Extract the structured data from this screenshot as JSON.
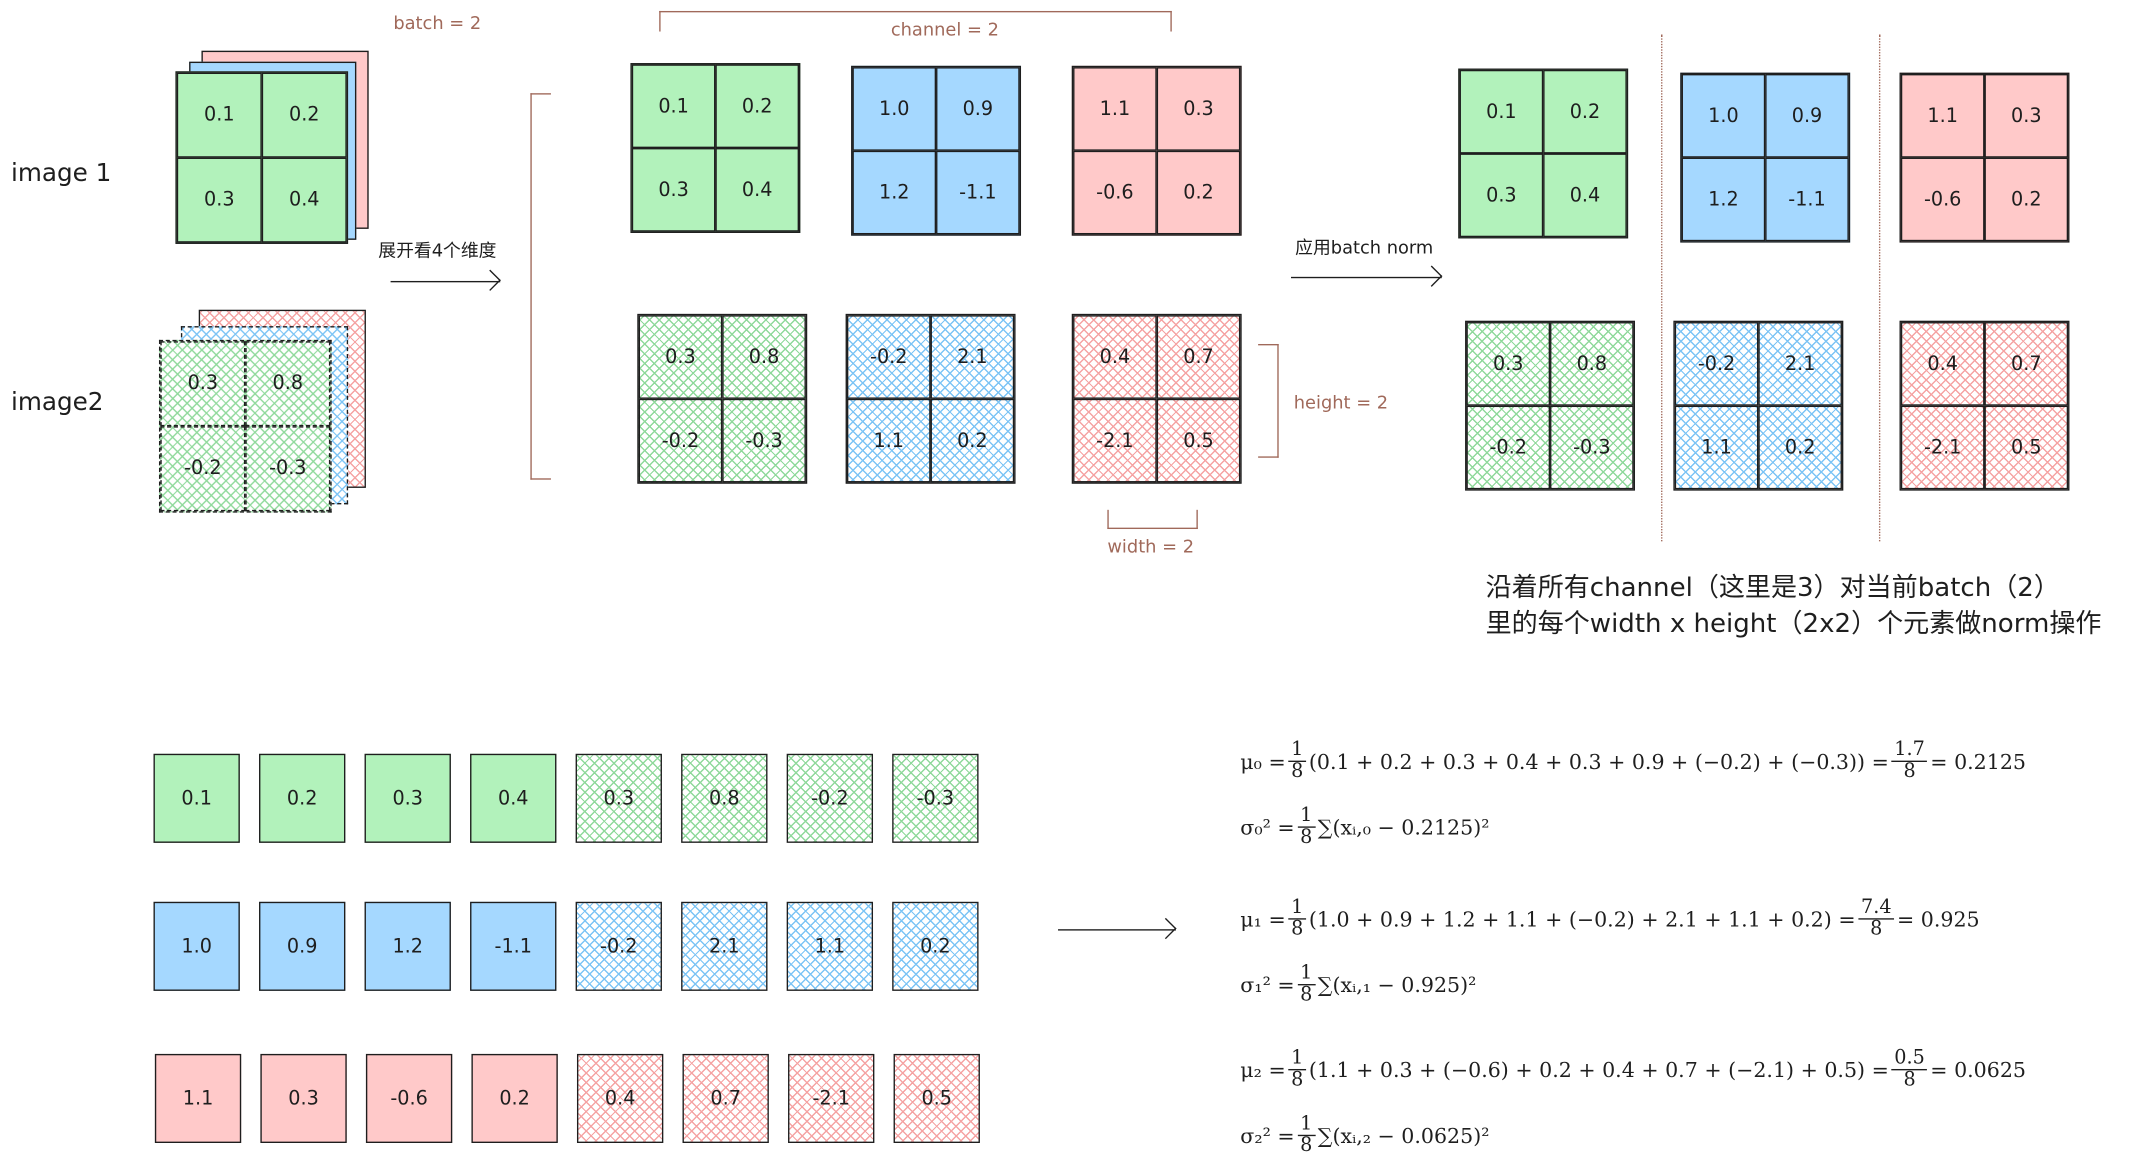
{
  "labels": {
    "image1": "image 1",
    "image2": "image2",
    "batch": "batch = 2",
    "channel": "channel = 2",
    "height": "height = 2",
    "width": "width = 2",
    "expand": "展开看4个维度",
    "apply": "应用batch norm",
    "note_line1": "沿着所有channel（这里是3）对当前batch（2）",
    "note_line2": "里的每个width x height（2x2）个元素做norm操作"
  },
  "colors": {
    "green": "#b2f2bb",
    "blue": "#a5d8ff",
    "pink": "#ffc9c9",
    "annotation": "#a0695a"
  },
  "input": {
    "image1_front": [
      "0.1",
      "0.2",
      "0.3",
      "0.4"
    ],
    "image2_front": [
      "0.3",
      "0.8",
      "-0.2",
      "-0.3"
    ]
  },
  "channels": {
    "image1": [
      [
        "0.1",
        "0.2",
        "0.3",
        "0.4"
      ],
      [
        "1.0",
        "0.9",
        "1.2",
        "-1.1"
      ],
      [
        "1.1",
        "0.3",
        "-0.6",
        "0.2"
      ]
    ],
    "image2": [
      [
        "0.3",
        "0.8",
        "-0.2",
        "-0.3"
      ],
      [
        "-0.2",
        "2.1",
        "1.1",
        "0.2"
      ],
      [
        "0.4",
        "0.7",
        "-2.1",
        "0.5"
      ]
    ]
  },
  "flattened": [
    [
      "0.1",
      "0.2",
      "0.3",
      "0.4",
      "0.3",
      "0.8",
      "-0.2",
      "-0.3"
    ],
    [
      "1.0",
      "0.9",
      "1.2",
      "-1.1",
      "-0.2",
      "2.1",
      "1.1",
      "0.2"
    ],
    [
      "1.1",
      "0.3",
      "-0.6",
      "0.2",
      "0.4",
      "0.7",
      "-2.1",
      "0.5"
    ]
  ],
  "formulas": [
    {
      "mu": "μ₀ =",
      "frac1": [
        "1",
        "8"
      ],
      "body": "(0.1 + 0.2 + 0.3 + 0.4 + 0.3 + 0.9 + (−0.2) + (−0.3)) =",
      "frac2": [
        "1.7",
        "8"
      ],
      "result": "= 0.2125",
      "sigma": "σ₀² =",
      "sfrac": [
        "1",
        "8"
      ],
      "sbody": "∑(xᵢ,₀ − 0.2125)²"
    },
    {
      "mu": "μ₁ =",
      "frac1": [
        "1",
        "8"
      ],
      "body": "(1.0 + 0.9 + 1.2 + 1.1 + (−0.2) + 2.1 + 1.1 + 0.2) =",
      "frac2": [
        "7.4",
        "8"
      ],
      "result": "= 0.925",
      "sigma": "σ₁² =",
      "sfrac": [
        "1",
        "8"
      ],
      "sbody": "∑(xᵢ,₁ − 0.925)²"
    },
    {
      "mu": "μ₂ =",
      "frac1": [
        "1",
        "8"
      ],
      "body": "(1.1 + 0.3 + (−0.6) + 0.2 + 0.4 + 0.7 + (−2.1) + 0.5) =",
      "frac2": [
        "0.5",
        "8"
      ],
      "result": "= 0.0625",
      "sigma": "σ₂² =",
      "sfrac": [
        "1",
        "8"
      ],
      "sbody": "∑(xᵢ,₂ − 0.0625)²"
    }
  ]
}
